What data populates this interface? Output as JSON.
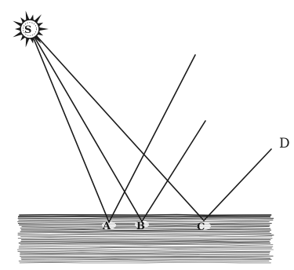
{
  "figure": {
    "labels": {
      "sun": "S",
      "a": "A",
      "b": "B",
      "c": "C",
      "d": "D"
    }
  }
}
